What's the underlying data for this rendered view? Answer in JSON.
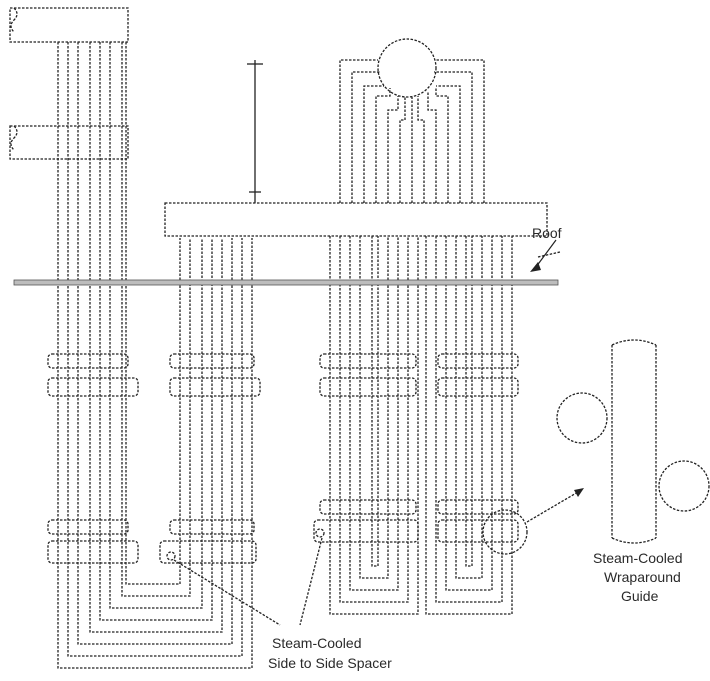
{
  "labels": {
    "roof": "Roof",
    "side_spacer_line1": "Steam-Cooled",
    "side_spacer_line2": "Side to Side Spacer",
    "wraparound_line1": "Steam-Cooled",
    "wraparound_line2": "Wraparound",
    "wraparound_line3": "Guide"
  }
}
